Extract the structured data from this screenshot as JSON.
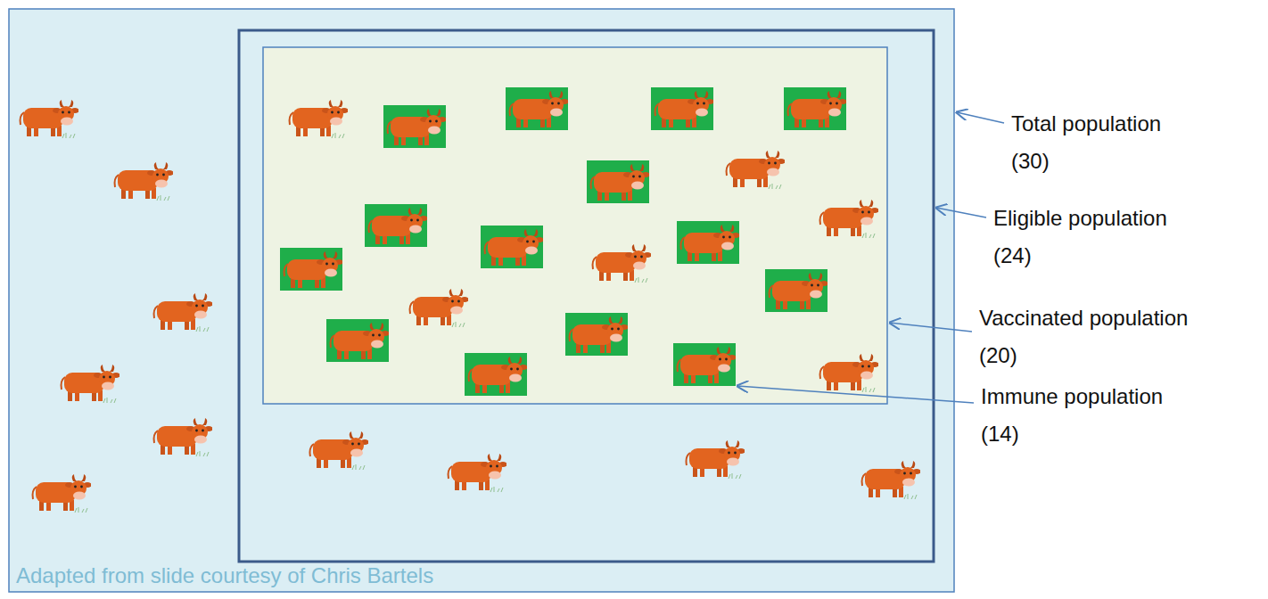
{
  "diagram": {
    "caption": "Adapted from slide courtesy of Chris Bartels",
    "labels": [
      "Total population (30)",
      "Eligible population (24)",
      "Vaccinated population (20)",
      "Immune population (14)"
    ]
  }
}
